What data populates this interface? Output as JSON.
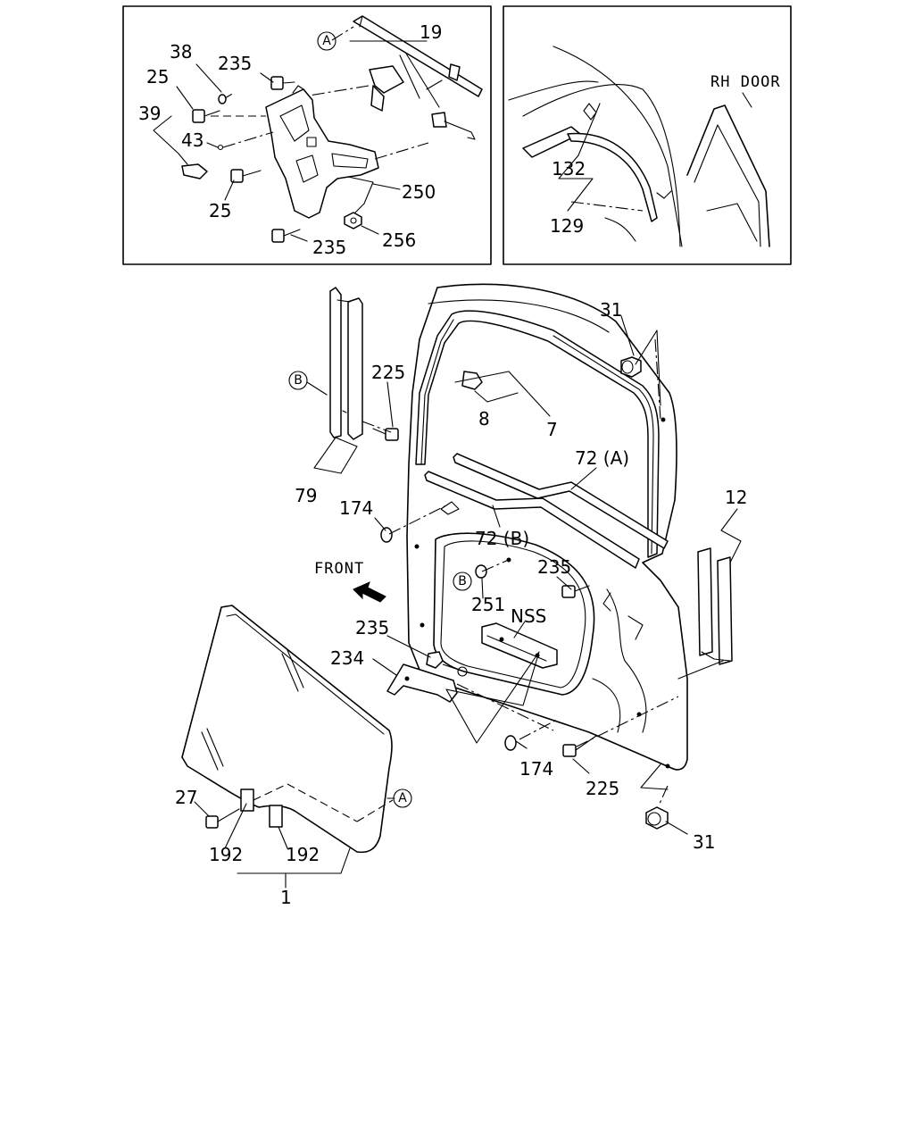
{
  "insets": {
    "top_left": {
      "callouts": [
        "A",
        "19",
        "38",
        "235",
        "25",
        "39",
        "43",
        "250",
        "25",
        "235",
        "256"
      ]
    },
    "top_right": {
      "title": "RH DOOR",
      "callouts": [
        "132",
        "129"
      ]
    }
  },
  "main": {
    "front_label": "FRONT",
    "nss_label": "NSS",
    "callouts": {
      "c31_top": "31",
      "cB_left": "B",
      "c225_top": "225",
      "c8": "8",
      "c7": "7",
      "c79": "79",
      "c72A": "72 (A)",
      "c174_top": "174",
      "c12": "12",
      "c72B": "72 (B)",
      "c235_right": "235",
      "cB_mid": "B",
      "c251": "251",
      "c235_mid": "235",
      "c234": "234",
      "c174_bot": "174",
      "c225_bot": "225",
      "c27": "27",
      "cA_glass": "A",
      "c192_left": "192",
      "c192_right": "192",
      "c1": "1",
      "c31_bot": "31"
    }
  }
}
